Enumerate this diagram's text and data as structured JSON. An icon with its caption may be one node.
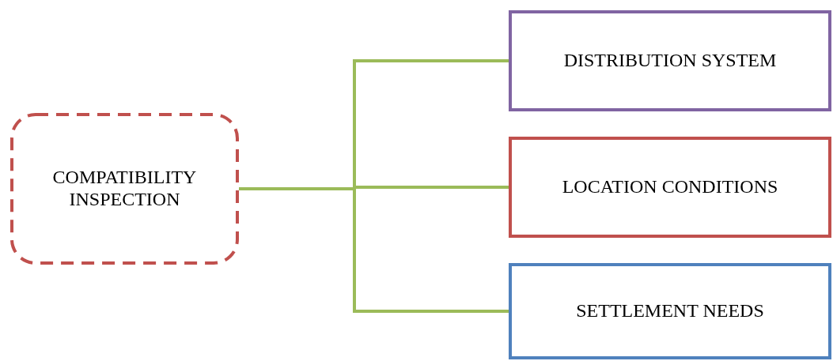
{
  "diagram": {
    "nodes": [
      {
        "text": [
          "COMPATIBILITY INSPECTION"
        ]
      },
      {
        "text": [
          "DISTRIBUTION SYSTEM"
        ]
      },
      {
        "text": [
          "LOCATION CONDITIONS"
        ]
      },
      {
        "text": [
          "SETTLEMENT NEEDS"
        ]
      }
    ],
    "edges": [
      {
        "from": 0,
        "to": 1,
        "arrow": "none"
      },
      {
        "from": 0,
        "to": 2,
        "arrow": "none"
      },
      {
        "from": 0,
        "to": 3,
        "arrow": "none"
      }
    ]
  }
}
